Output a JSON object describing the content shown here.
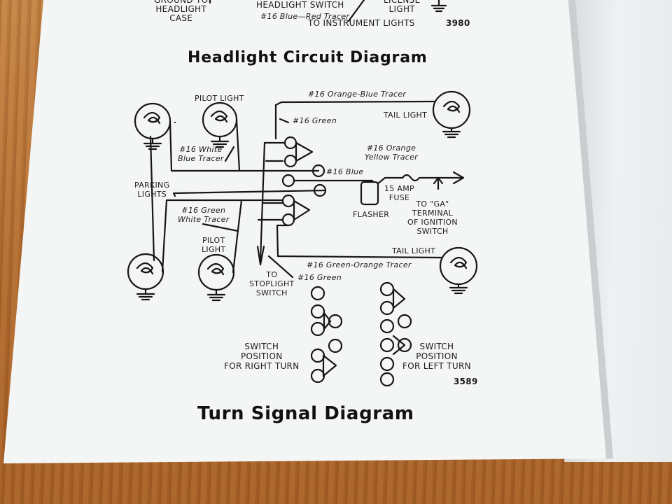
{
  "header_fragment": {
    "ground_label": "GROUND TO\nHEADLIGHT\nCASE",
    "headlight_switch": "HEADLIGHT SWITCH",
    "red_tracer": "#16 Blue—Red Tracer",
    "to_instrument_lights": "TO INSTRUMENT LIGHTS",
    "license_light": "LICENSE\nLIGHT",
    "figure_number": "3980"
  },
  "headlight_title": "Headlight Circuit Diagram",
  "turn_signal_diagram": {
    "labels": {
      "pilot_light_top": "PILOT LIGHT",
      "orange_blue_tracer": "#16 Orange-Blue Tracer",
      "green_top": "#16 Green",
      "tail_light_top": "TAIL LIGHT",
      "white_blue_tracer": "#16 White\nBlue Tracer",
      "orange_yellow_tracer": "#16 Orange\nYellow Tracer",
      "blue": "#16 Blue",
      "parking_lights": "PARKING\nLIGHTS",
      "fuse": "15 AMP\nFUSE",
      "to_ga_terminal": "TO \"GA\"\nTERMINAL\nOF IGNITION\nSWITCH",
      "flasher": "FLASHER",
      "green_white_tracer": "#16 Green\nWhite Tracer",
      "pilot_light_bottom": "PILOT\nLIGHT",
      "tail_light_bottom": "TAIL LIGHT",
      "green_orange_tracer": "#16 Green-Orange Tracer",
      "green_bottom": "#16 Green",
      "to_stoplight_switch": "TO\nSTOPLIGHT\nSWITCH",
      "switch_right": "SWITCH\nPOSITION\nFOR RIGHT TURN",
      "switch_left": "SWITCH\nPOSITION\nFOR LEFT TURN"
    },
    "figure_number": "3589",
    "title": "Turn Signal Diagram"
  }
}
